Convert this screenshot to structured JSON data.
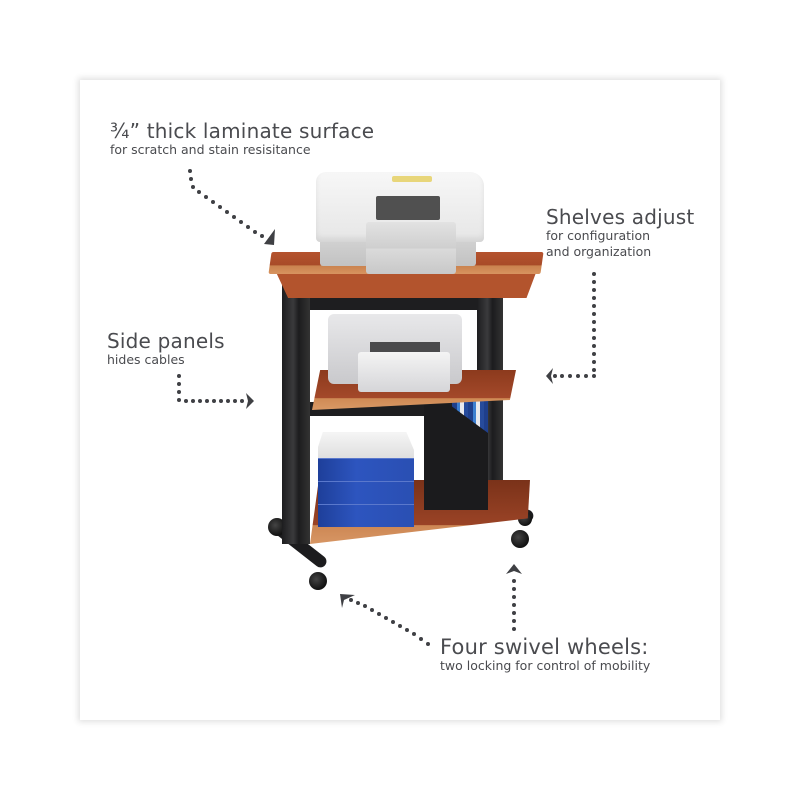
{
  "infographic": {
    "colors": {
      "text": "#4a4b4f",
      "arrow": "#3f4044",
      "shelf_wood": "#a84b28",
      "frame_metal": "#1d1d1f",
      "background": "#ffffff"
    },
    "callouts": [
      {
        "id": "laminate-surface",
        "title_prefix": "3⁄4",
        "title": "¾” thick laminate surface",
        "subtitle": "for scratch and stain resisitance"
      },
      {
        "id": "shelves-adjust",
        "title": "Shelves adjust",
        "subtitle_lines": [
          "for configuration",
          "and organization"
        ]
      },
      {
        "id": "side-panels",
        "title": "Side panels",
        "subtitle": "hides cables"
      },
      {
        "id": "swivel-wheels",
        "title": "Four swivel wheels:",
        "subtitle": "two locking for control of mobility"
      }
    ],
    "product": {
      "name": "printer-cart",
      "shelves": 3,
      "items_shown": [
        "wide-format-printer",
        "inkjet-printer",
        "paper-reams",
        "magazine-file-with-books"
      ]
    }
  }
}
